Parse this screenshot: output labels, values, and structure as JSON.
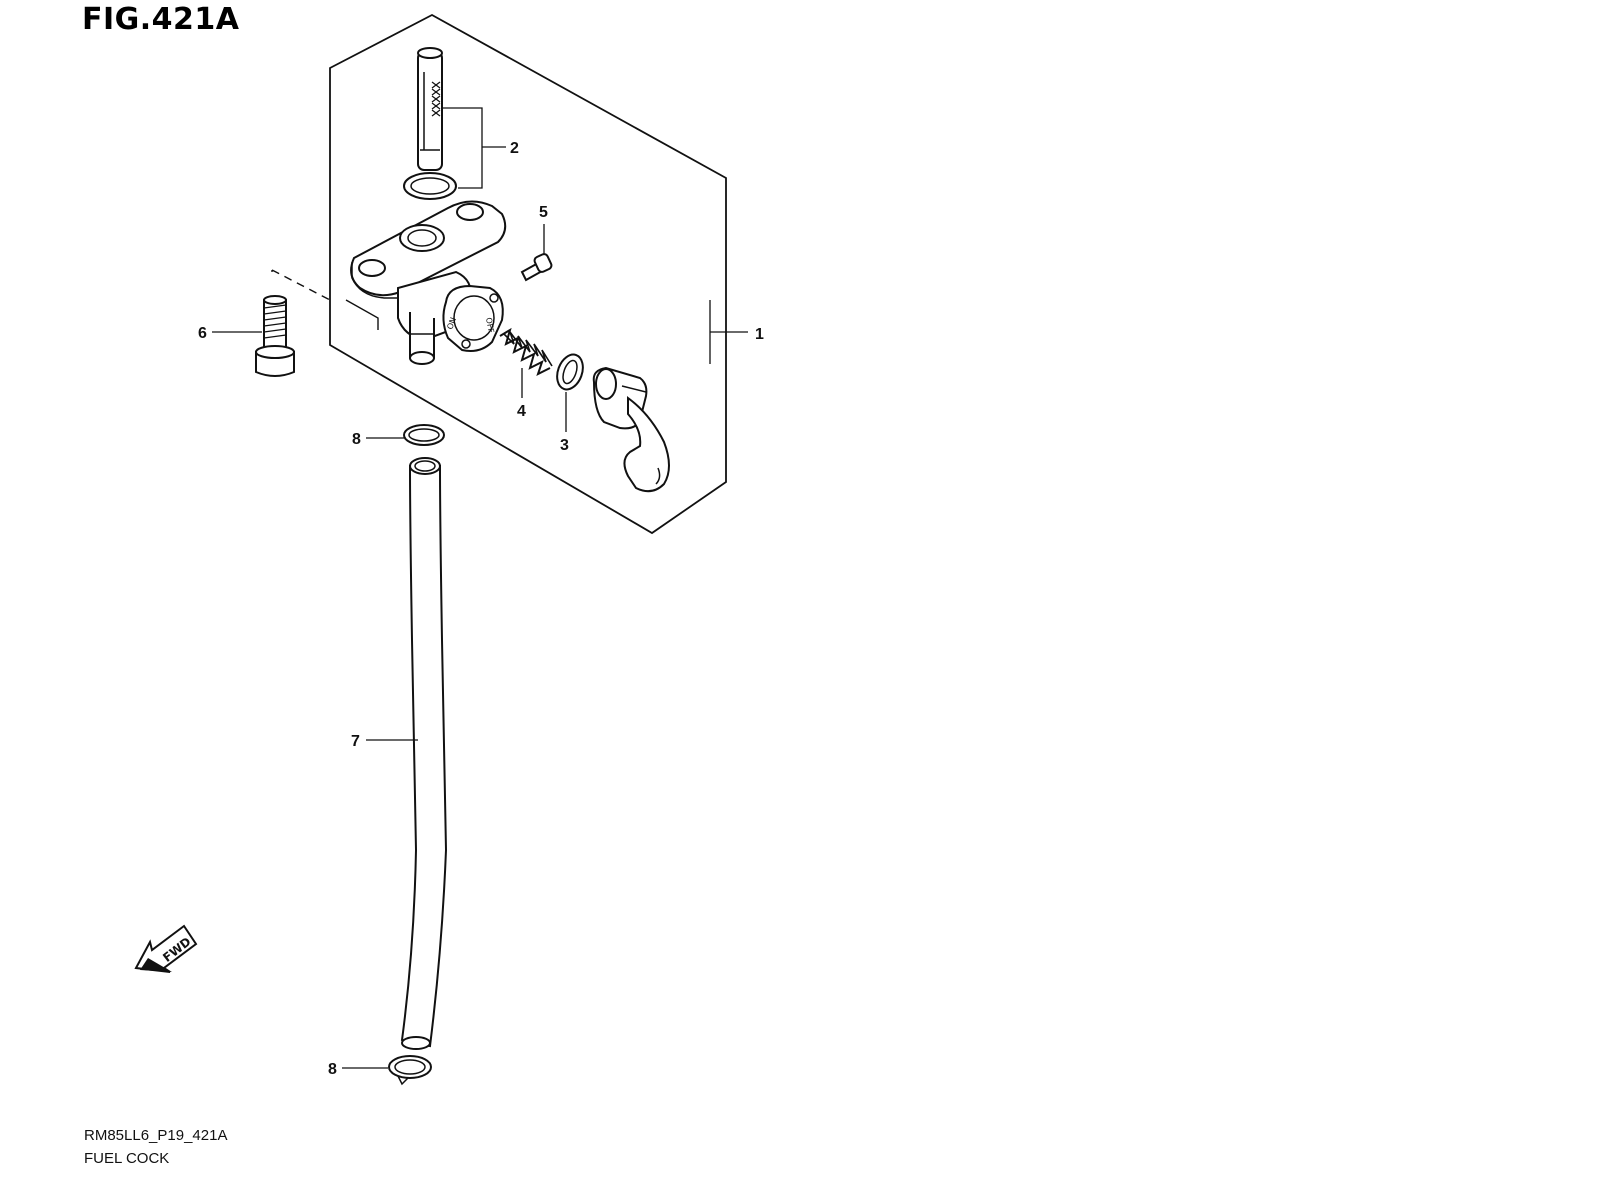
{
  "figure": {
    "title": "FIG.421A",
    "code": "RM85LL6_P19_421A",
    "name": "FUEL COCK"
  },
  "callouts": [
    {
      "id": "1",
      "label": "1"
    },
    {
      "id": "2",
      "label": "2"
    },
    {
      "id": "3",
      "label": "3"
    },
    {
      "id": "4",
      "label": "4"
    },
    {
      "id": "5",
      "label": "5"
    },
    {
      "id": "6",
      "label": "6"
    },
    {
      "id": "7",
      "label": "7"
    },
    {
      "id": "8a",
      "label": "8"
    },
    {
      "id": "8b",
      "label": "8"
    }
  ],
  "fwd_marker": {
    "label": "FWD"
  }
}
